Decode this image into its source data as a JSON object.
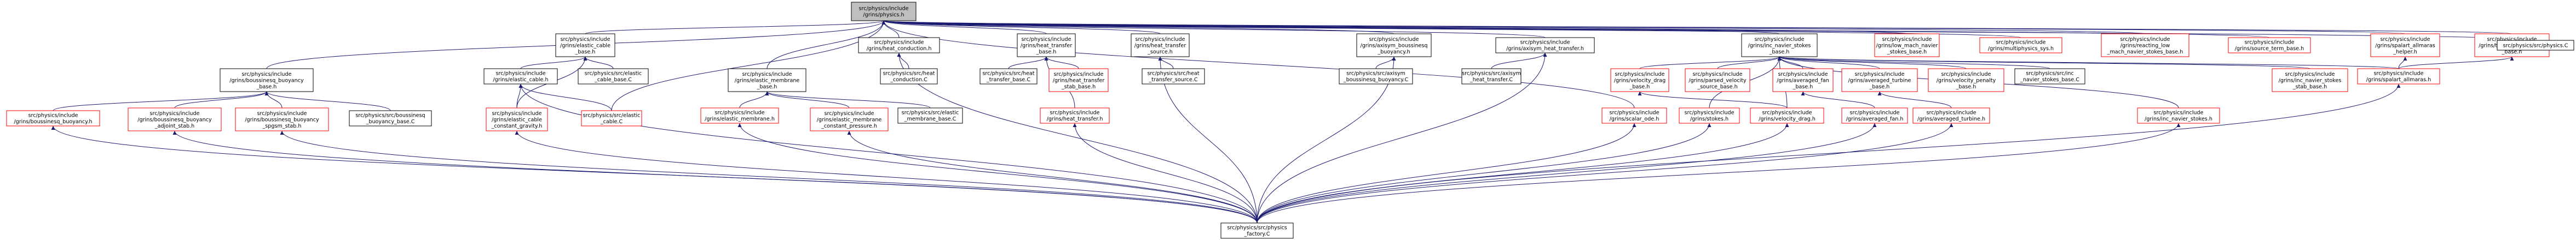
{
  "colors": {
    "root_fill": "#bfbfbf",
    "node_fill": "#ffffff",
    "node_stroke_black": "#000000",
    "node_stroke_red": "#ff0000",
    "edge": "#191970"
  },
  "nodes": [
    {
      "id": "root",
      "style": "root",
      "lines": [
        "src/physics/include",
        "/grins/physics.h"
      ]
    },
    {
      "id": "elastic_cable_base_h",
      "style": "black",
      "lines": [
        "src/physics/include",
        "/grins/elastic_cable",
        "_base.h"
      ]
    },
    {
      "id": "boussinesq_buoyancy_base_h",
      "style": "black",
      "lines": [
        "src/physics/include",
        "/grins/boussinesq_buoyancy",
        "_base.h"
      ]
    },
    {
      "id": "elastic_membrane_base_h",
      "style": "black",
      "lines": [
        "src/physics/include",
        "/grins/elastic_membrane",
        "_base.h"
      ]
    },
    {
      "id": "heat_conduction_h",
      "style": "black",
      "lines": [
        "src/physics/include",
        "/grins/heat_conduction.h"
      ]
    },
    {
      "id": "heat_transfer_base_h",
      "style": "black",
      "lines": [
        "src/physics/include",
        "/grins/heat_transfer",
        "_base.h"
      ]
    },
    {
      "id": "heat_transfer_source_h",
      "style": "black",
      "lines": [
        "src/physics/include",
        "/grins/heat_transfer",
        "_source.h"
      ]
    },
    {
      "id": "axisym_boussinesq_buoyancy_h",
      "style": "black",
      "lines": [
        "src/physics/include",
        "/grins/axisym_boussinesq",
        "_buoyancy.h"
      ]
    },
    {
      "id": "axisym_heat_transfer_h",
      "style": "black",
      "lines": [
        "src/physics/include",
        "/grins/axisym_heat_transfer.h"
      ]
    },
    {
      "id": "inc_navier_stokes_base_h",
      "style": "black",
      "lines": [
        "src/physics/include",
        "/grins/inc_navier_stokes",
        "_base.h"
      ]
    },
    {
      "id": "low_mach_navier_stokes_base_h",
      "style": "red",
      "lines": [
        "src/physics/include",
        "/grins/low_mach_navier",
        "_stokes_base.h"
      ]
    },
    {
      "id": "multiphysics_sys_h",
      "style": "red",
      "lines": [
        "src/physics/include",
        "/grins/multiphysics_sys.h"
      ]
    },
    {
      "id": "reacting_low_mach_h",
      "style": "red",
      "lines": [
        "src/physics/include",
        "/grins/reacting_low",
        "_mach_navier_stokes_base.h"
      ]
    },
    {
      "id": "source_term_base_h",
      "style": "red",
      "lines": [
        "src/physics/include",
        "/grins/source_term_base.h"
      ]
    },
    {
      "id": "spalart_allmaras_helper_h",
      "style": "red",
      "lines": [
        "src/physics/include",
        "/grins/spalart_allmaras",
        "_helper.h"
      ]
    },
    {
      "id": "turbulence_models_base_h",
      "style": "red",
      "lines": [
        "src/physics/include",
        "/grins/turbulence_models",
        "_base.h"
      ]
    },
    {
      "id": "physics_C",
      "style": "black",
      "lines": [
        "src/physics/src/physics.C"
      ]
    },
    {
      "id": "elastic_cable_h",
      "style": "black",
      "lines": [
        "src/physics/include",
        "/grins/elastic_cable.h"
      ]
    },
    {
      "id": "elastic_cable_base_C",
      "style": "black",
      "lines": [
        "src/physics/src/elastic",
        "_cable_base.C"
      ]
    },
    {
      "id": "heat_conduction_C",
      "style": "black",
      "lines": [
        "src/physics/src/heat",
        "_conduction.C"
      ]
    },
    {
      "id": "heat_transfer_base_C",
      "style": "black",
      "lines": [
        "src/physics/src/heat",
        "_transfer_base.C"
      ]
    },
    {
      "id": "heat_transfer_stab_base_h",
      "style": "red",
      "lines": [
        "src/physics/include",
        "/grins/heat_transfer",
        "_stab_base.h"
      ]
    },
    {
      "id": "heat_transfer_source_C",
      "style": "black",
      "lines": [
        "src/physics/src/heat",
        "_transfer_source.C"
      ]
    },
    {
      "id": "axisym_boussinesq_buoyancy_C",
      "style": "black",
      "lines": [
        "src/physics/src/axisym",
        "_boussinesq_buoyancy.C"
      ]
    },
    {
      "id": "axisym_heat_transfer_C",
      "style": "black",
      "lines": [
        "src/physics/src/axisym",
        "_heat_transfer.C"
      ]
    },
    {
      "id": "velocity_drag_base_h",
      "style": "red",
      "lines": [
        "src/physics/include",
        "/grins/velocity_drag",
        "_base.h"
      ]
    },
    {
      "id": "parsed_velocity_source_base_h",
      "style": "red",
      "lines": [
        "src/physics/include",
        "/grins/parsed_velocity",
        "_source_base.h"
      ]
    },
    {
      "id": "averaged_fan_base_h",
      "style": "red",
      "lines": [
        "src/physics/include",
        "/grins/averaged_fan",
        "_base.h"
      ]
    },
    {
      "id": "averaged_turbine_base_h",
      "style": "red",
      "lines": [
        "src/physics/include",
        "/grins/averaged_turbine",
        "_base.h"
      ]
    },
    {
      "id": "velocity_penalty_base_h",
      "style": "red",
      "lines": [
        "src/physics/include",
        "/grins/velocity_penalty",
        "_base.h"
      ]
    },
    {
      "id": "inc_navier_stokes_base_C",
      "style": "black",
      "lines": [
        "src/physics/src/inc",
        "_navier_stokes_base.C"
      ]
    },
    {
      "id": "inc_navier_stokes_stab_base_h",
      "style": "red",
      "lines": [
        "src/physics/include",
        "/grins/inc_navier_stokes",
        "_stab_base.h"
      ]
    },
    {
      "id": "spalart_allmaras_h",
      "style": "red",
      "lines": [
        "src/physics/include",
        "/grins/spalart_allmaras.h"
      ]
    },
    {
      "id": "boussinesq_buoyancy_h",
      "style": "red",
      "lines": [
        "src/physics/include",
        "/grins/boussinesq_buoyancy.h"
      ]
    },
    {
      "id": "boussinesq_buoyancy_adjoint_stab_h",
      "style": "red",
      "lines": [
        "src/physics/include",
        "/grins/boussinesq_buoyancy",
        "_adjoint_stab.h"
      ]
    },
    {
      "id": "boussinesq_buoyancy_spgsm_stab_h",
      "style": "red",
      "lines": [
        "src/physics/include",
        "/grins/boussinesq_buoyancy",
        "_spgsm_stab.h"
      ]
    },
    {
      "id": "boussinesq_buoyancy_base_C",
      "style": "black",
      "lines": [
        "src/physics/src/boussinesq",
        "_buoyancy_base.C"
      ]
    },
    {
      "id": "elastic_cable_constant_gravity_h",
      "style": "red",
      "lines": [
        "src/physics/include",
        "/grins/elastic_cable",
        "_constant_gravity.h"
      ]
    },
    {
      "id": "elastic_cable_C",
      "style": "red",
      "lines": [
        "src/physics/src/elastic",
        "_cable.C"
      ]
    },
    {
      "id": "elastic_membrane_h",
      "style": "red",
      "lines": [
        "src/physics/include",
        "/grins/elastic_membrane.h"
      ]
    },
    {
      "id": "elastic_membrane_constant_pressure_h",
      "style": "red",
      "lines": [
        "src/physics/include",
        "/grins/elastic_membrane",
        "_constant_pressure.h"
      ]
    },
    {
      "id": "elastic_membrane_base_C",
      "style": "black",
      "lines": [
        "src/physics/src/elastic",
        "_membrane_base.C"
      ]
    },
    {
      "id": "heat_transfer_h",
      "style": "red",
      "lines": [
        "src/physics/include",
        "/grins/heat_transfer.h"
      ]
    },
    {
      "id": "scalar_ode_h",
      "style": "red",
      "lines": [
        "src/physics/include",
        "/grins/scalar_ode.h"
      ]
    },
    {
      "id": "stokes_h",
      "style": "red",
      "lines": [
        "src/physics/include",
        "/grins/stokes.h"
      ]
    },
    {
      "id": "velocity_drag_h",
      "style": "red",
      "lines": [
        "src/physics/include",
        "/grins/velocity_drag.h"
      ]
    },
    {
      "id": "averaged_fan_h",
      "style": "red",
      "lines": [
        "src/physics/include",
        "/grins/averaged_fan.h"
      ]
    },
    {
      "id": "averaged_turbine_h",
      "style": "red",
      "lines": [
        "src/physics/include",
        "/grins/averaged_turbine.h"
      ]
    },
    {
      "id": "inc_navier_stokes_h",
      "style": "red",
      "lines": [
        "src/physics/include",
        "/grins/inc_navier_stokes.h"
      ]
    },
    {
      "id": "physics_factory_C",
      "style": "black",
      "lines": [
        "src/physics/src/physics",
        "_factory.C"
      ]
    }
  ],
  "edges": [
    [
      "elastic_cable_base_h",
      "root"
    ],
    [
      "boussinesq_buoyancy_base_h",
      "root"
    ],
    [
      "elastic_membrane_base_h",
      "root"
    ],
    [
      "heat_conduction_h",
      "root"
    ],
    [
      "heat_transfer_base_h",
      "root"
    ],
    [
      "heat_transfer_source_h",
      "root"
    ],
    [
      "axisym_boussinesq_buoyancy_h",
      "root"
    ],
    [
      "axisym_heat_transfer_h",
      "root"
    ],
    [
      "inc_navier_stokes_base_h",
      "root"
    ],
    [
      "low_mach_navier_stokes_base_h",
      "root"
    ],
    [
      "multiphysics_sys_h",
      "root"
    ],
    [
      "reacting_low_mach_h",
      "root"
    ],
    [
      "source_term_base_h",
      "root"
    ],
    [
      "spalart_allmaras_helper_h",
      "root"
    ],
    [
      "turbulence_models_base_h",
      "root"
    ],
    [
      "physics_C",
      "root"
    ],
    [
      "elastic_cable_C",
      "root"
    ],
    [
      "scalar_ode_h",
      "root"
    ],
    [
      "elastic_cable_h",
      "elastic_cable_base_h"
    ],
    [
      "elastic_cable_base_C",
      "elastic_cable_base_h"
    ],
    [
      "elastic_cable_constant_gravity_h",
      "elastic_cable_base_h"
    ],
    [
      "boussinesq_buoyancy_h",
      "boussinesq_buoyancy_base_h"
    ],
    [
      "boussinesq_buoyancy_adjoint_stab_h",
      "boussinesq_buoyancy_base_h"
    ],
    [
      "boussinesq_buoyancy_spgsm_stab_h",
      "boussinesq_buoyancy_base_h"
    ],
    [
      "boussinesq_buoyancy_base_C",
      "boussinesq_buoyancy_base_h"
    ],
    [
      "elastic_membrane_h",
      "elastic_membrane_base_h"
    ],
    [
      "elastic_membrane_constant_pressure_h",
      "elastic_membrane_base_h"
    ],
    [
      "elastic_membrane_base_C",
      "elastic_membrane_base_h"
    ],
    [
      "heat_conduction_C",
      "heat_conduction_h"
    ],
    [
      "physics_factory_C",
      "heat_conduction_h"
    ],
    [
      "heat_transfer_base_C",
      "heat_transfer_base_h"
    ],
    [
      "heat_transfer_stab_base_h",
      "heat_transfer_base_h"
    ],
    [
      "heat_transfer_h",
      "heat_transfer_base_h"
    ],
    [
      "heat_transfer_source_C",
      "heat_transfer_source_h"
    ],
    [
      "physics_factory_C",
      "heat_transfer_source_h"
    ],
    [
      "axisym_boussinesq_buoyancy_C",
      "axisym_boussinesq_buoyancy_h"
    ],
    [
      "physics_factory_C",
      "axisym_boussinesq_buoyancy_h"
    ],
    [
      "axisym_heat_transfer_C",
      "axisym_heat_transfer_h"
    ],
    [
      "physics_factory_C",
      "axisym_heat_transfer_h"
    ],
    [
      "velocity_drag_base_h",
      "inc_navier_stokes_base_h"
    ],
    [
      "parsed_velocity_source_base_h",
      "inc_navier_stokes_base_h"
    ],
    [
      "averaged_fan_base_h",
      "inc_navier_stokes_base_h"
    ],
    [
      "averaged_turbine_base_h",
      "inc_navier_stokes_base_h"
    ],
    [
      "velocity_penalty_base_h",
      "inc_navier_stokes_base_h"
    ],
    [
      "inc_navier_stokes_base_C",
      "inc_navier_stokes_base_h"
    ],
    [
      "inc_navier_stokes_stab_base_h",
      "inc_navier_stokes_base_h"
    ],
    [
      "spalart_allmaras_h",
      "inc_navier_stokes_base_h"
    ],
    [
      "stokes_h",
      "inc_navier_stokes_base_h"
    ],
    [
      "inc_navier_stokes_h",
      "inc_navier_stokes_base_h"
    ],
    [
      "velocity_drag_h",
      "inc_navier_stokes_base_h"
    ],
    [
      "spalart_allmaras_h",
      "spalart_allmaras_helper_h"
    ],
    [
      "spalart_allmaras_h",
      "turbulence_models_base_h"
    ],
    [
      "velocity_drag_h",
      "velocity_drag_base_h"
    ],
    [
      "averaged_fan_h",
      "averaged_fan_base_h"
    ],
    [
      "averaged_turbine_h",
      "averaged_turbine_base_h"
    ],
    [
      "elastic_cable_constant_gravity_h",
      "elastic_cable_h"
    ],
    [
      "elastic_cable_C",
      "elastic_cable_h"
    ],
    [
      "physics_factory_C",
      "elastic_cable_h"
    ],
    [
      "physics_factory_C",
      "boussinesq_buoyancy_h"
    ],
    [
      "physics_factory_C",
      "boussinesq_buoyancy_adjoint_stab_h"
    ],
    [
      "physics_factory_C",
      "boussinesq_buoyancy_spgsm_stab_h"
    ],
    [
      "physics_factory_C",
      "elastic_cable_constant_gravity_h"
    ],
    [
      "physics_factory_C",
      "elastic_membrane_h"
    ],
    [
      "physics_factory_C",
      "elastic_membrane_constant_pressure_h"
    ],
    [
      "physics_factory_C",
      "heat_transfer_h"
    ],
    [
      "physics_factory_C",
      "scalar_ode_h"
    ],
    [
      "physics_factory_C",
      "stokes_h"
    ],
    [
      "physics_factory_C",
      "velocity_drag_h"
    ],
    [
      "physics_factory_C",
      "averaged_fan_h"
    ],
    [
      "physics_factory_C",
      "averaged_turbine_h"
    ],
    [
      "physics_factory_C",
      "inc_navier_stokes_h"
    ],
    [
      "physics_factory_C",
      "spalart_allmaras_h"
    ]
  ]
}
